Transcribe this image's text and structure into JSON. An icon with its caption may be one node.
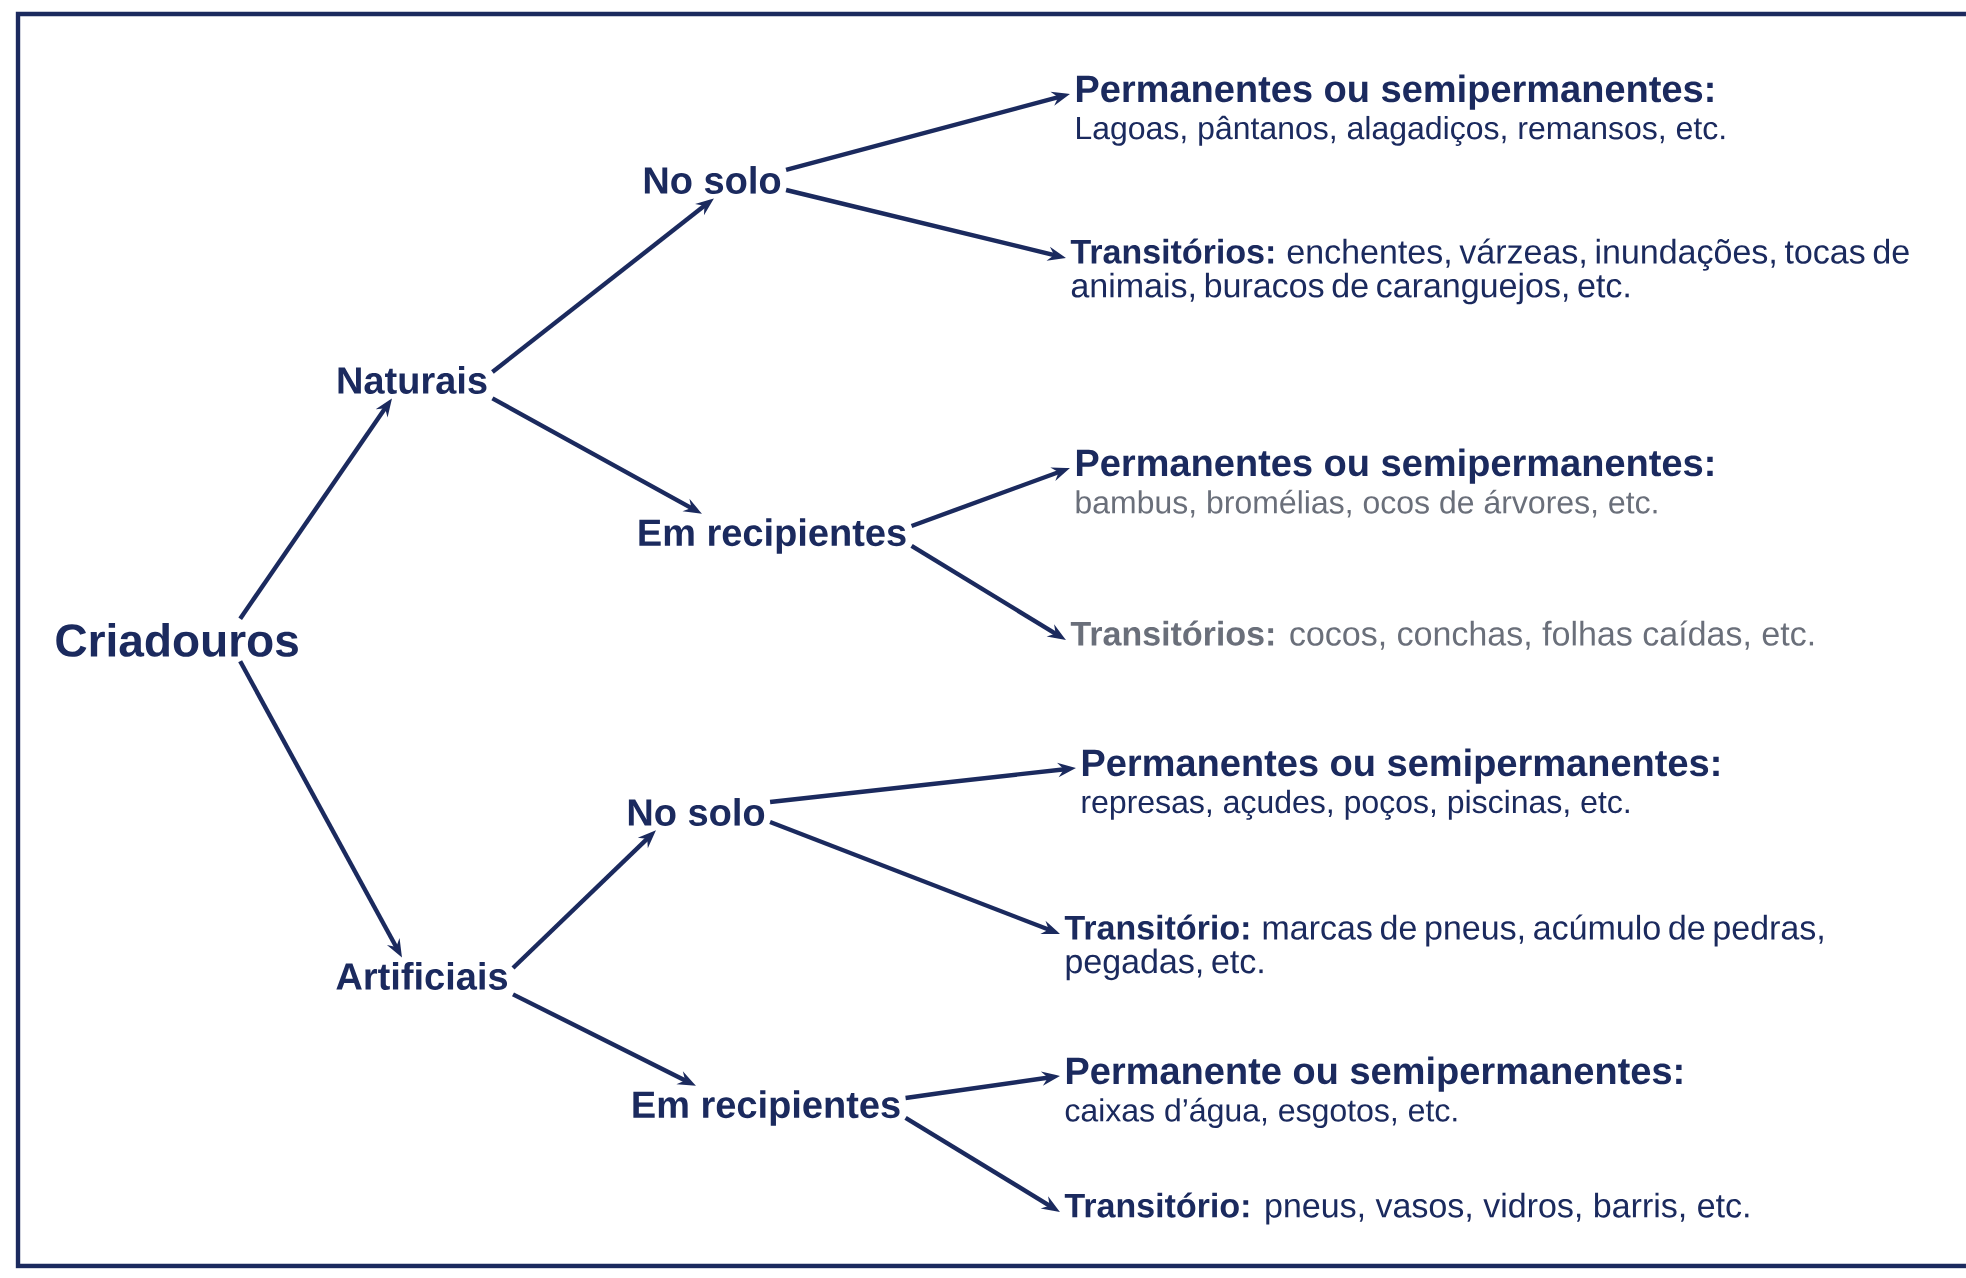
{
  "diagram": {
    "nodes": [
      {
        "text": [
          "Criadouros"
        ]
      },
      {
        "text": [
          "Naturais"
        ]
      },
      {
        "text": [
          "Artificiais"
        ]
      },
      {
        "text": [
          "No solo"
        ]
      },
      {
        "text": [
          "Em recipientes"
        ]
      },
      {
        "text": [
          "No solo"
        ]
      },
      {
        "text": [
          "Em recipientes"
        ]
      },
      {
        "text": [
          "Permanentes ou semipermanentes:",
          "Lagoas, pântanos, alagadiços, remansos, etc."
        ]
      },
      {
        "text": [
          "**Transitórios:** enchentes, várzeas, inundações, tocas de animais, buracos de caranguejos, etc."
        ]
      },
      {
        "text": [
          "Permanentes ou semipermanentes:",
          "bambus, bromélias, ocos de árvores, etc."
        ]
      },
      {
        "text": [
          "**Transitórios:** cocos, conchas, folhas caídas, etc."
        ]
      },
      {
        "text": [
          "Permanentes ou semipermanentes:",
          "represas, açudes, poços, piscinas, etc."
        ]
      },
      {
        "text": [
          "**Transitório:** marcas de pneus, acúmulo de pedras, pegadas, etc."
        ]
      },
      {
        "text": [
          "Permanente ou semipermanentes:",
          "caixas d’água, esgotos, etc."
        ]
      },
      {
        "text": [
          "**Transitório:**  pneus, vasos, vidros, barris, etc."
        ]
      }
    ],
    "edges": [
      {
        "from": 0,
        "to": 1,
        "arrow": "to"
      },
      {
        "from": 0,
        "to": 2,
        "arrow": "to"
      },
      {
        "from": 1,
        "to": 3,
        "arrow": "to"
      },
      {
        "from": 1,
        "to": 4,
        "arrow": "to"
      },
      {
        "from": 2,
        "to": 5,
        "arrow": "to"
      },
      {
        "from": 2,
        "to": 6,
        "arrow": "to"
      },
      {
        "from": 3,
        "to": 7,
        "arrow": "to"
      },
      {
        "from": 3,
        "to": 8,
        "arrow": "to"
      },
      {
        "from": 4,
        "to": 9,
        "arrow": "to"
      },
      {
        "from": 4,
        "to": 10,
        "arrow": "to"
      },
      {
        "from": 5,
        "to": 11,
        "arrow": "to"
      },
      {
        "from": 5,
        "to": 12,
        "arrow": "to"
      },
      {
        "from": 6,
        "to": 13,
        "arrow": "to"
      },
      {
        "from": 6,
        "to": 14,
        "arrow": "to"
      }
    ]
  }
}
